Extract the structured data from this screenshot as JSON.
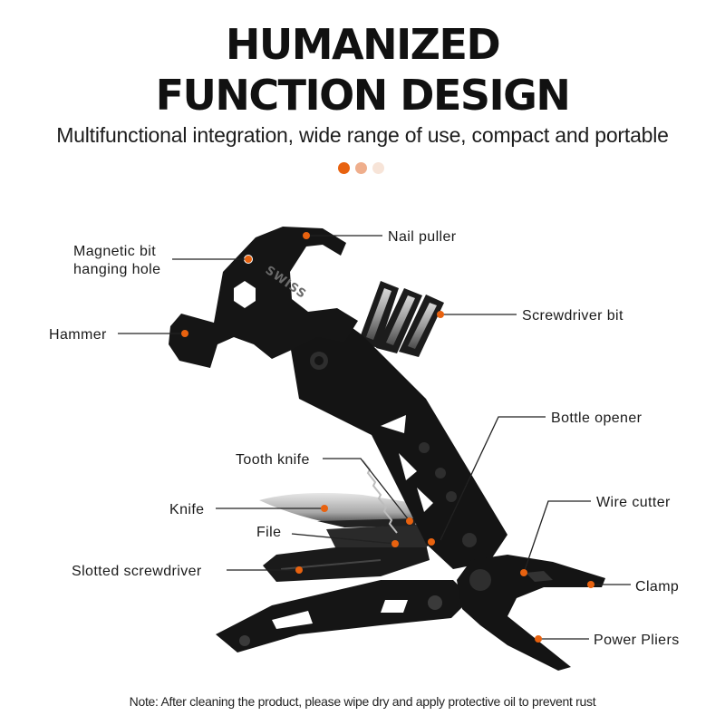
{
  "header": {
    "title_line1": "HUMANIZED",
    "title_line2": "FUNCTION DESIGN",
    "subtitle": "Multifunctional integration, wide range of use, compact and portable"
  },
  "accent_dots": [
    "#e8620f",
    "#efae8c",
    "#f7e4d8"
  ],
  "tool_brand_engraving": "SWISS",
  "callouts": {
    "magnetic_bit_line1": "Magnetic bit",
    "magnetic_bit_line2": "hanging hole",
    "nail_puller": "Nail puller",
    "hammer": "Hammer",
    "screwdriver_bit": "Screwdriver bit",
    "bottle_opener": "Bottle opener",
    "tooth_knife": "Tooth knife",
    "knife": "Knife",
    "wire_cutter": "Wire cutter",
    "file": "File",
    "slotted_screwdriver": "Slotted screwdriver",
    "clamp": "Clamp",
    "power_pliers": "Power Pliers"
  },
  "colors": {
    "marker": "#e8620f",
    "tool_body": "#151515",
    "leader": "#222222"
  },
  "footer_note": "Note: After cleaning the product, please wipe dry and apply protective oil to prevent rust"
}
